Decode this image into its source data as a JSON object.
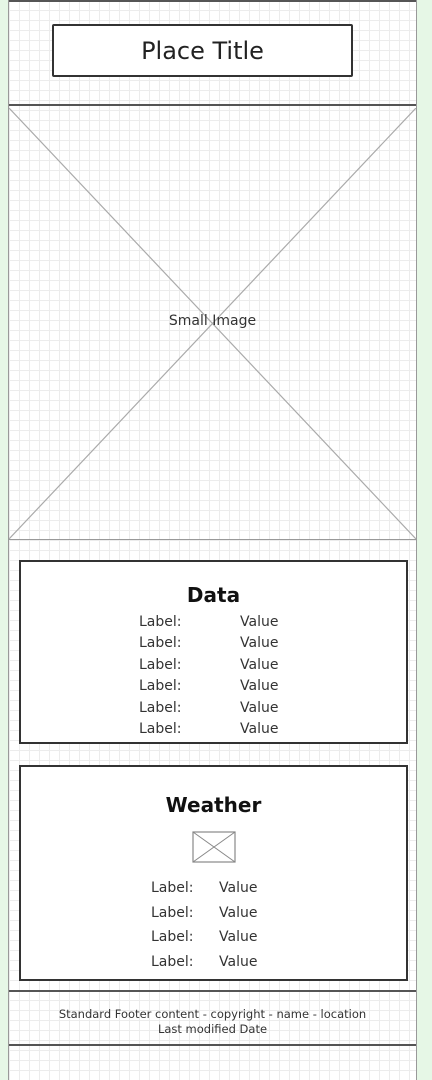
{
  "header": {
    "title": "Place Title"
  },
  "image": {
    "label": "Small Image"
  },
  "data_panel": {
    "title": "Data",
    "rows": [
      {
        "label": "Label:",
        "value": "Value"
      },
      {
        "label": "Label:",
        "value": "Value"
      },
      {
        "label": "Label:",
        "value": "Value"
      },
      {
        "label": "Label:",
        "value": "Value"
      },
      {
        "label": "Label:",
        "value": "Value"
      },
      {
        "label": "Label:",
        "value": "Value"
      }
    ]
  },
  "weather_panel": {
    "title": "Weather",
    "icon": "image-placeholder-icon",
    "rows": [
      {
        "label": "Label:",
        "value": "Value"
      },
      {
        "label": "Label:",
        "value": "Value"
      },
      {
        "label": "Label:",
        "value": "Value"
      },
      {
        "label": "Label:",
        "value": "Value"
      }
    ]
  },
  "footer": {
    "line1": "Standard Footer content - copyright - name - location",
    "line2": "Last modified Date"
  },
  "colors": {
    "background": "#e6f7e6",
    "grid": "#ececec",
    "border": "#333333"
  }
}
